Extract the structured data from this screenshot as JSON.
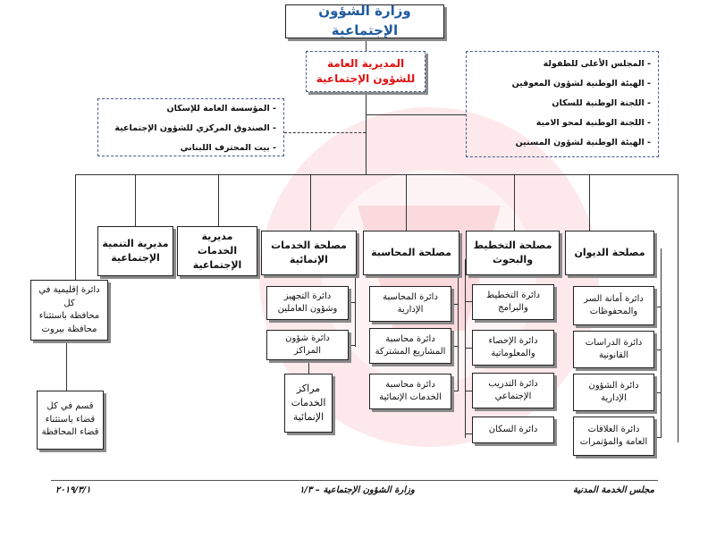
{
  "ministry_title": "وزارة الشؤون الإجتماعية",
  "general_directorate": "المديرية العامة\nللشؤون الإجتماعية",
  "councils": [
    "- المجلس الأعلى للطفولة",
    "- الهيئة الوطنية لشؤون المعوقين",
    "- اللجنة الوطنية للسكان",
    "- اللجنة الوطنية لمحو الامية",
    "- الهيئة الوطنية لشؤون المسنين"
  ],
  "institutions": [
    "- المؤسسة العامة للإسكان",
    "- الصندوق المركزي للشؤون الإجتماعية",
    "- بيت المحترف اللبناني"
  ],
  "departments": {
    "diwan": "مصلحة الديوان",
    "planning": "مصلحة التخطيط\nوالبحوث",
    "accounting": "مصلحة المحاسبة",
    "development_services": "مصلحة الخدمات\nالإنمائية",
    "social_services": "مديرية الخدمات\nالإجتماعية",
    "social_development": "مديرية التنمية\nالإجتماعية"
  },
  "diwan_units": [
    "دائرة أمانة السر\nوالمحفوظات",
    "دائرة الدراسات\nالقانونية",
    "دائرة الشؤون\nالإدارية",
    "دائرة العلاقات\nالعامة والمؤتمرات"
  ],
  "planning_units": [
    "دائرة التخطيط\nوالبرامج",
    "دائرة الإحصاء\nوالمعلوماتية",
    "دائرة التدريب\nالإجتماعي",
    "دائرة السكان"
  ],
  "accounting_units": [
    "دائرة المحاسبة\nالإدارية",
    "دائرة محاسبة\nالمشاريع المشتركة",
    "دائرة محاسبة\nالخدمات الإنمائية"
  ],
  "development_units": [
    "دائرة التجهيز\nوشؤون العاملين",
    "دائرة شؤون\nالمراكز",
    "مراكز\nالخدمات\nالإنمائية"
  ],
  "regional": {
    "region": "دائرة إقليمية في كل\nمحافظة باستثناء\nمحافظة بيروت",
    "district": "قسم في كل\nقضاء باستثناء\nقضاء المحافظة"
  },
  "footer": {
    "left": "مجلس الخدمة المدنية",
    "center": "وزارة الشؤون الإجتماعية – ١/٣",
    "right": "٢٠١٩/٣/١"
  }
}
